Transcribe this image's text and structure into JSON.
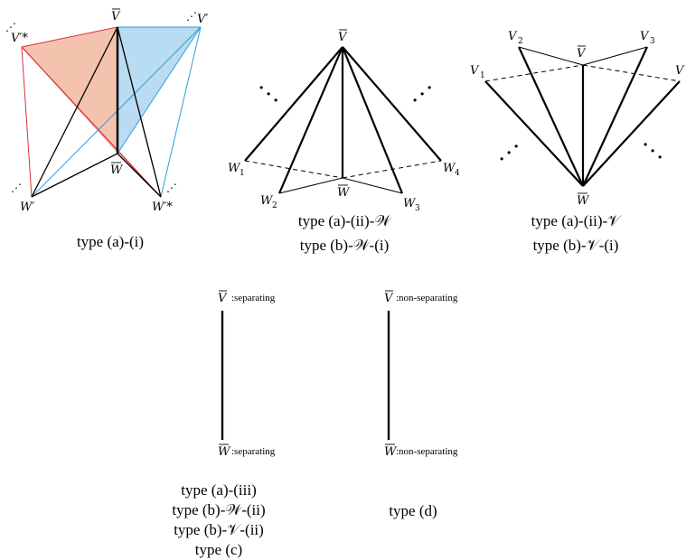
{
  "figures": {
    "fig1": {
      "caption": "type (a)-(i)",
      "labels": {
        "v_bar": "V",
        "v_prime": "V′",
        "v_prime_star": "V′*",
        "w_bar": "W",
        "w_prime": "W′",
        "w_prime_star": "W′*",
        "dots": "⋰"
      },
      "colors": {
        "red_fill": "#f3c3ae",
        "red_line": "#d8303a",
        "blue_fill": "#b9dcf3",
        "blue_line": "#2b9fd9",
        "black": "#000000"
      }
    },
    "fig2": {
      "captions": [
        "type (a)-(ii)-𝒲",
        "type (b)-𝒲-(i)"
      ],
      "labels": {
        "v_bar": "V",
        "w_bar": "W",
        "w1": "W",
        "w1_sub": "1",
        "w2": "W",
        "w2_sub": "2",
        "w3": "W",
        "w3_sub": "3",
        "w4": "W",
        "w4_sub": "4"
      }
    },
    "fig3": {
      "captions": [
        "type (a)-(ii)-𝒱",
        "type (b)-𝒱-(i)"
      ],
      "labels": {
        "v_bar": "V",
        "w_bar": "W",
        "v1": "V",
        "v1_sub": "1",
        "v2": "V",
        "v2_sub": "2",
        "v3": "V",
        "v3_sub": "3",
        "v4": "V"
      }
    },
    "fig4": {
      "top_label": "V",
      "top_suffix": ":separating",
      "bottom_label": "W",
      "bottom_suffix": ":separating",
      "captions": [
        "type (a)-(iii)",
        "type (b)-𝒲-(ii)",
        "type (b)-𝒱-(ii)",
        "type (c)"
      ]
    },
    "fig5": {
      "top_label": "V",
      "top_suffix": ":non-separating",
      "bottom_label": "W",
      "bottom_suffix": ":non-separating",
      "captions": [
        "type (d)"
      ]
    }
  }
}
